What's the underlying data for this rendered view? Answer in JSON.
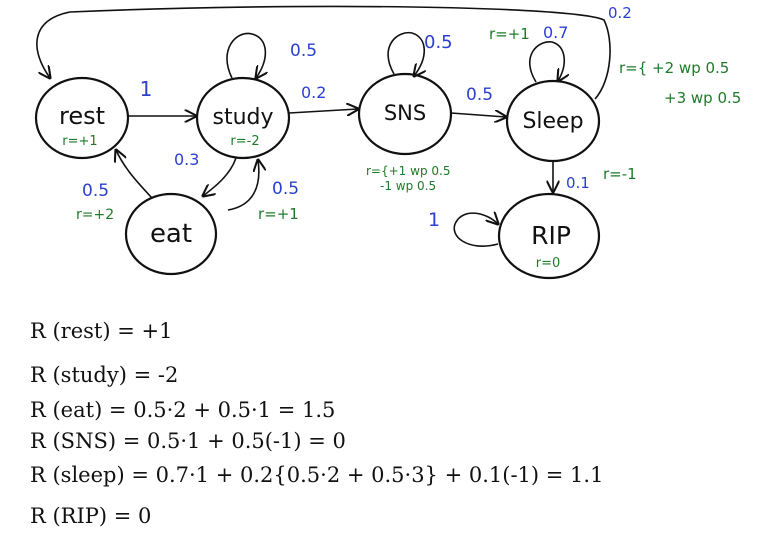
{
  "colors": {
    "ink": "#111111",
    "probability": "#2b3fd0",
    "reward": "#1f7a2a"
  },
  "states": {
    "rest": {
      "name": "rest",
      "reward": "r=+1"
    },
    "study": {
      "name": "study",
      "reward": "r=-2"
    },
    "sns": {
      "name": "SNS"
    },
    "sleep": {
      "name": "Sleep"
    },
    "eat": {
      "name": "eat"
    },
    "rip": {
      "name": "RIP",
      "reward": "r=0"
    }
  },
  "transitions": {
    "rest_study": "1",
    "study_self": "0.5",
    "study_sns": "0.2",
    "study_eat": "0.3",
    "eat_rest": "0.5",
    "eat_study": "0.5",
    "sns_self": "0.5",
    "sns_sleep": "0.5",
    "sleep_self": "0.7",
    "sleep_rest": "0.2",
    "sleep_rip": "0.1",
    "rip_self": "1"
  },
  "rewards": {
    "eat_rest": "r=+2",
    "eat_study": "r=+1",
    "sleep_self": "r=+1",
    "sleep_rip": "r=-1",
    "sns_1": "r={+1 wp 0.5",
    "sns_2": "-1 wp 0.5",
    "sleep_rest_1": "r={ +2 wp 0.5",
    "sleep_rest_2": "+3 wp 0.5"
  },
  "equations": [
    "R (rest) = +1",
    "R (study) = -2",
    "R (eat) = 0.5·2 + 0.5·1 = 1.5",
    "R (SNS) = 0.5·1 + 0.5(-1) = 0",
    "R (sleep) = 0.7·1 + 0.2{0.5·2 + 0.5·3} + 0.1(-1) = 1.1",
    "R (RIP) = 0"
  ]
}
